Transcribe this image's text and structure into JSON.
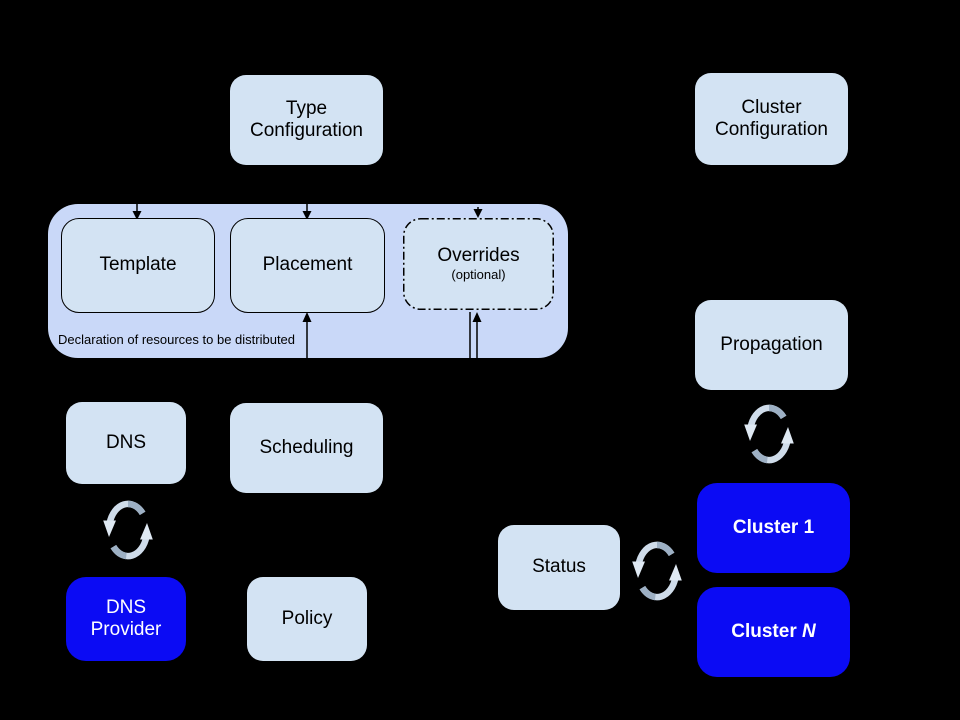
{
  "diagram": {
    "nodes": {
      "type_configuration": {
        "label": "Type\nConfiguration"
      },
      "cluster_configuration": {
        "label": "Cluster\nConfiguration"
      },
      "template": {
        "label": "Template"
      },
      "placement": {
        "label": "Placement"
      },
      "overrides": {
        "label": "Overrides",
        "sublabel": "(optional)"
      },
      "resource_container": {
        "caption": "Declaration of resources to be distributed"
      },
      "dns": {
        "label": "DNS"
      },
      "scheduling": {
        "label": "Scheduling"
      },
      "dns_provider": {
        "label": "DNS\nProvider"
      },
      "policy": {
        "label": "Policy"
      },
      "status": {
        "label": "Status"
      },
      "propagation": {
        "label": "Propagation"
      },
      "cluster_1": {
        "label": "Cluster 1"
      },
      "cluster_n": {
        "prefix": "Cluster ",
        "suffix": "N"
      }
    },
    "colors": {
      "background": "#000000",
      "container_fill": "#c9d8f8",
      "box_fill": "#d3e3f3",
      "box_border": "#000000",
      "cluster_fill": "#0b0bf4",
      "box_text": "#000000",
      "cluster_text": "#ffffff",
      "sync_dark": "#9db0c4",
      "sync_light": "#cfdcea",
      "sync_head": "#dfe9f3"
    }
  }
}
